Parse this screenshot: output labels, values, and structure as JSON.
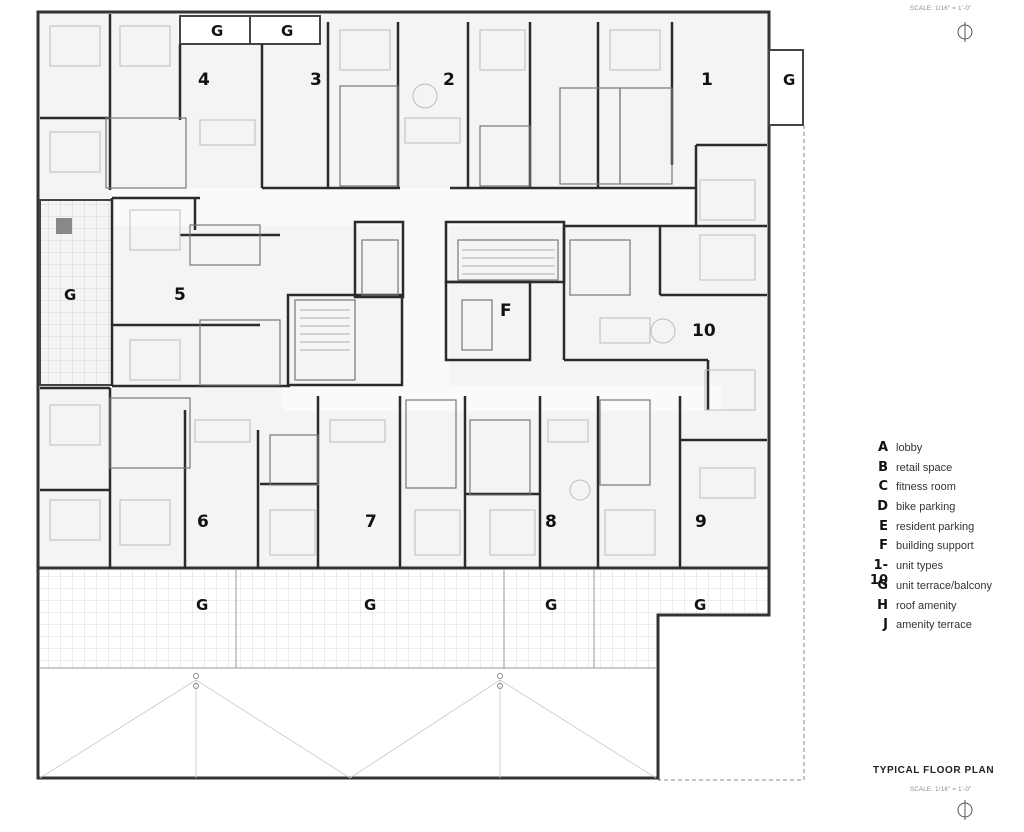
{
  "drawing": {
    "title": "TYPICAL FLOOR PLAN",
    "scale_text": "SCALE: 1/16\" = 1'-0\""
  },
  "unit_labels": {
    "u1": "1",
    "u2": "2",
    "u3": "3",
    "u4": "4",
    "u5": "5",
    "u6": "6",
    "u7": "7",
    "u8": "8",
    "u9": "9",
    "u10": "10",
    "f": "F",
    "g_top1": "G",
    "g_top2": "G",
    "g_right": "G",
    "g_left": "G",
    "g_b1": "G",
    "g_b2": "G",
    "g_b3": "G",
    "g_b4": "G"
  },
  "legend": [
    {
      "key": "A",
      "label": "lobby"
    },
    {
      "key": "B",
      "label": "retail space"
    },
    {
      "key": "C",
      "label": "fitness room"
    },
    {
      "key": "D",
      "label": "bike parking"
    },
    {
      "key": "E",
      "label": "resident parking"
    },
    {
      "key": "F",
      "label": "building support"
    },
    {
      "key": "1-10",
      "label": "unit types"
    },
    {
      "key": "G",
      "label": "unit terrace/balcony"
    },
    {
      "key": "H",
      "label": "roof amenity"
    },
    {
      "key": "J",
      "label": "amenity terrace"
    }
  ]
}
